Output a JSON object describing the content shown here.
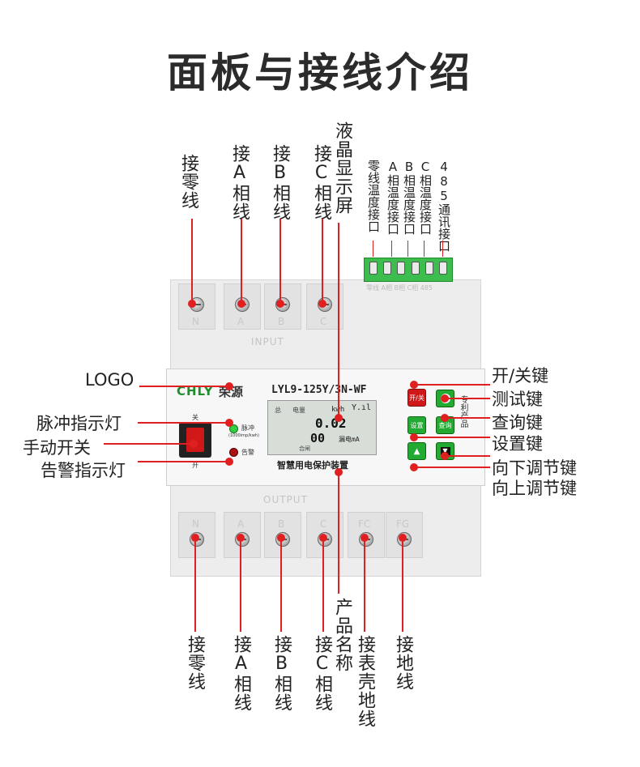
{
  "title": "面板与接线介绍",
  "top_labels": [
    "接零线",
    "接A相线",
    "接B相线",
    "接C相线",
    "液晶显示屏"
  ],
  "terminal_labels": [
    "零线温度接口",
    "A相温度接口",
    "B相温度接口",
    "C相温度接口",
    "485通讯接口"
  ],
  "left_labels": [
    "LOGO",
    "脉冲指示灯",
    "手动开关",
    "告警指示灯"
  ],
  "right_labels": [
    "开/关键",
    "测试键",
    "查询键",
    "设置键",
    "向下调节键",
    "向上调节键"
  ],
  "bottom_labels": [
    "接零线",
    "接A相线",
    "接B相线",
    "接C相线",
    "产品名称",
    "接表壳地线",
    "接地线"
  ],
  "device": {
    "input_label": "INPUT",
    "output_label": "OUTPUT",
    "input_slots": [
      "N",
      "A",
      "B",
      "C"
    ],
    "output_slots": [
      "N",
      "A",
      "B",
      "C",
      "FC",
      "FG"
    ],
    "logo_en": "CHLY",
    "logo_cn": "荣源",
    "model": "LYL9-125Y/3N-WF",
    "product_name": "智慧用电保护装置",
    "switch_on": "关",
    "switch_off": "开",
    "pulse_label": "脉冲",
    "pulse_unit": "(1000imp/kwh)",
    "alarm_label": "告警",
    "patent": "专利产品",
    "terminal_strip_text": "零线 A相 B相 C相 485",
    "lcd": {
      "top_left": "总",
      "top_mid": "电量",
      "unit_kwh": "kwh",
      "value1": "0.02",
      "value2": "00",
      "unit_ma": "漏电mA",
      "status": "合闸"
    },
    "buttons": {
      "power": "开/关",
      "test": "",
      "set": "设置",
      "query": "查询",
      "up": "▲",
      "down": "▼"
    }
  },
  "colors": {
    "accent_red": "#e02020",
    "button_green": "#22aa33",
    "logo_green": "#1f8f2e"
  }
}
